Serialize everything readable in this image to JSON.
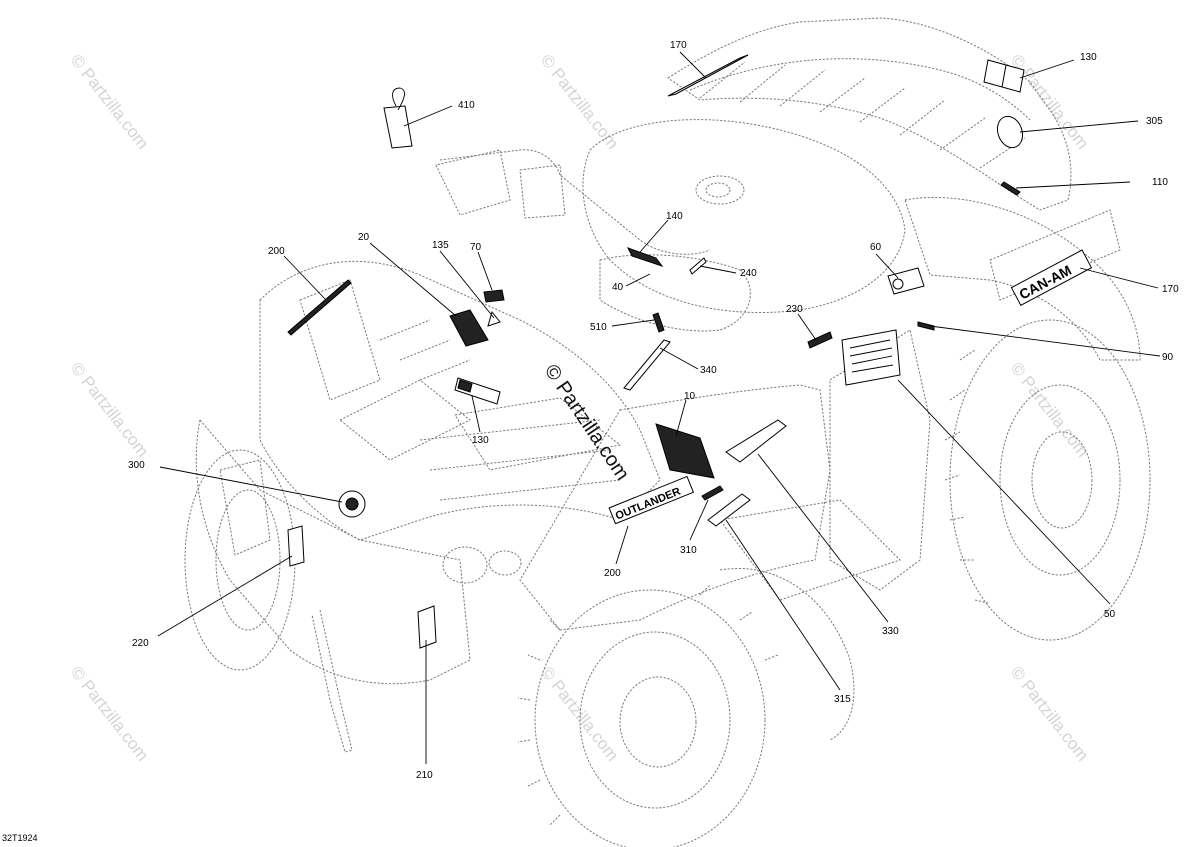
{
  "diagram_id": "32T1924",
  "watermark": "© Partzilla.com",
  "center_watermark": "© Partzilla.com",
  "brand_logo": "CAN-AM",
  "model_logo": "OUTLANDER",
  "callouts": [
    {
      "id": "c170a",
      "label": "170"
    },
    {
      "id": "c130a",
      "label": "130"
    },
    {
      "id": "c410",
      "label": "410"
    },
    {
      "id": "c305",
      "label": "305"
    },
    {
      "id": "c110",
      "label": "110"
    },
    {
      "id": "c140",
      "label": "140"
    },
    {
      "id": "c200a",
      "label": "200"
    },
    {
      "id": "c20",
      "label": "20"
    },
    {
      "id": "c135",
      "label": "135"
    },
    {
      "id": "c70",
      "label": "70"
    },
    {
      "id": "c60",
      "label": "60"
    },
    {
      "id": "c240",
      "label": "240"
    },
    {
      "id": "c170b",
      "label": "170"
    },
    {
      "id": "c40",
      "label": "40"
    },
    {
      "id": "c230",
      "label": "230"
    },
    {
      "id": "c510",
      "label": "510"
    },
    {
      "id": "c90",
      "label": "90"
    },
    {
      "id": "c340",
      "label": "340"
    },
    {
      "id": "c10",
      "label": "10"
    },
    {
      "id": "c130b",
      "label": "130"
    },
    {
      "id": "c300",
      "label": "300"
    },
    {
      "id": "c310",
      "label": "310"
    },
    {
      "id": "c200b",
      "label": "200"
    },
    {
      "id": "c50",
      "label": "50"
    },
    {
      "id": "c330",
      "label": "330"
    },
    {
      "id": "c220",
      "label": "220"
    },
    {
      "id": "c315",
      "label": "315"
    },
    {
      "id": "c210",
      "label": "210"
    }
  ]
}
